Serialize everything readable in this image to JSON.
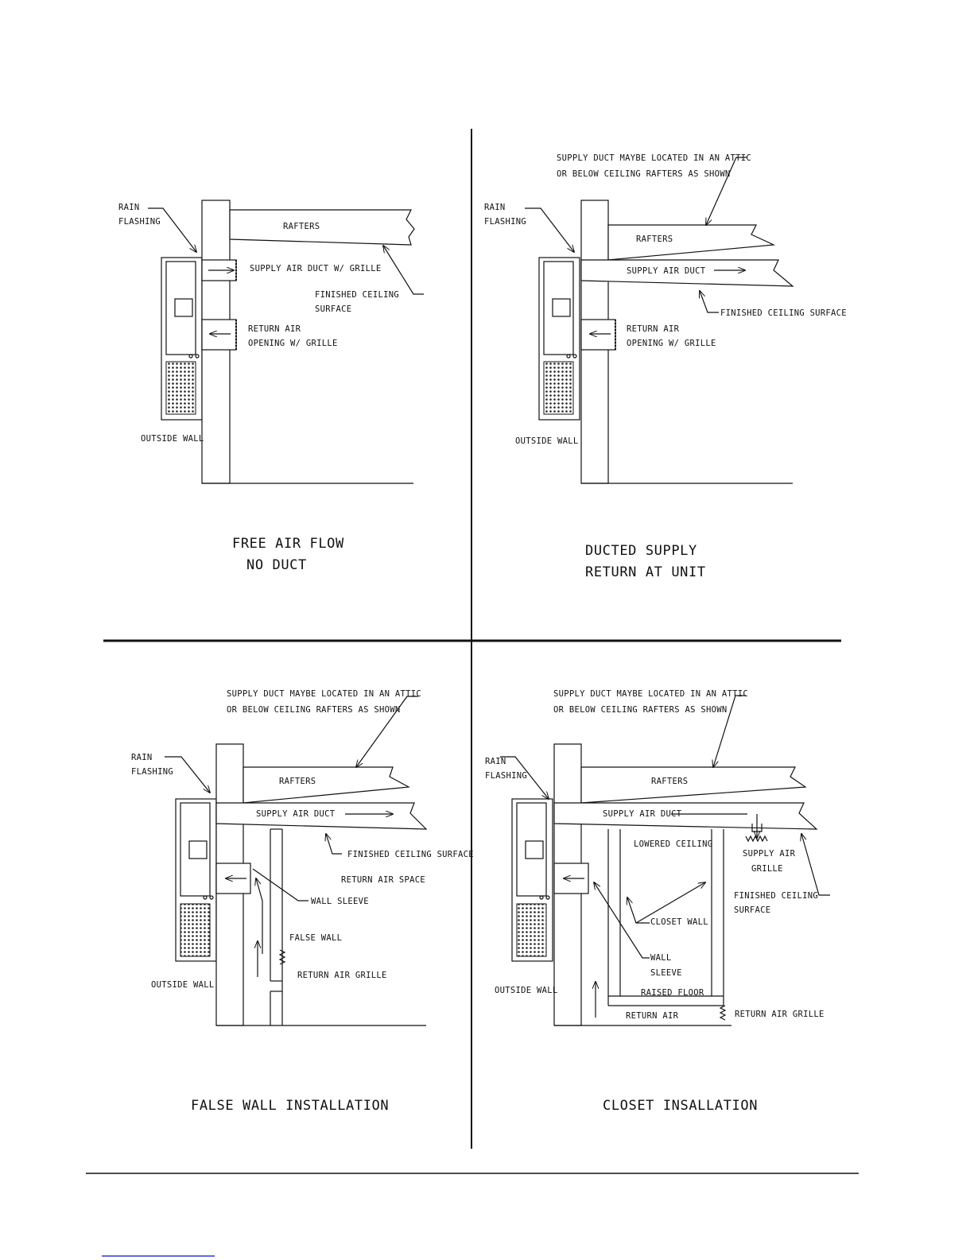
{
  "panels": {
    "free_air": {
      "title": [
        "FREE AIR FLOW",
        "NO DUCT"
      ],
      "rain_flashing": [
        "RAIN",
        "FLASHING"
      ],
      "rafters": "RAFTERS",
      "supply": "SUPPLY AIR DUCT W/ GRILLE",
      "finished_ceiling": [
        "FINISHED CEILING",
        "SURFACE"
      ],
      "return_opening": [
        "RETURN AIR",
        "OPENING W/ GRILLE"
      ],
      "outside_wall": "OUTSIDE WALL"
    },
    "ducted": {
      "title": [
        "DUCTED SUPPLY",
        "RETURN AT UNIT"
      ],
      "note": [
        "SUPPLY DUCT MAYBE LOCATED IN AN ATTIC",
        "OR BELOW CEILING RAFTERS AS SHOWN"
      ],
      "rain_flashing": [
        "RAIN",
        "FLASHING"
      ],
      "rafters": "RAFTERS",
      "supply": "SUPPLY AIR DUCT",
      "finished_ceiling": "FINISHED CEILING SURFACE",
      "return_opening": [
        "RETURN AIR",
        "OPENING W/ GRILLE"
      ],
      "outside_wall": "OUTSIDE WALL"
    },
    "false_wall": {
      "title": "FALSE WALL INSTALLATION",
      "note": [
        "SUPPLY DUCT MAYBE LOCATED IN AN ATTIC",
        "OR BELOW CEILING RAFTERS AS SHOWN"
      ],
      "rain_flashing": [
        "RAIN",
        "FLASHING"
      ],
      "rafters": "RAFTERS",
      "supply": "SUPPLY AIR DUCT",
      "finished_ceiling": "FINISHED CEILING SURFACE",
      "return_space": "RETURN AIR SPACE",
      "wall_sleeve": "WALL SLEEVE",
      "false_wall": "FALSE WALL",
      "return_grille": "RETURN AIR GRILLE",
      "outside_wall": "OUTSIDE WALL"
    },
    "closet": {
      "title": "CLOSET INSALLATION",
      "note": [
        "SUPPLY DUCT MAYBE LOCATED IN AN ATTIC",
        "OR BELOW CEILING RAFTERS AS SHOWN"
      ],
      "rain_flashing": [
        "RAIN",
        "FLASHING"
      ],
      "rafters": "RAFTERS",
      "supply": "SUPPLY AIR DUCT",
      "lowered_ceiling": "LOWERED CEILING",
      "supply_grille": [
        "SUPPLY AIR",
        "GRILLE"
      ],
      "finished_ceiling": [
        "FINISHED CEILING",
        "SURFACE"
      ],
      "closet_wall": "CLOSET WALL",
      "wall_sleeve": [
        "WALL",
        "SLEEVE"
      ],
      "raised_floor": "RAISED FLOOR",
      "return_air": "RETURN AIR",
      "return_grille": "RETURN AIR GRILLE",
      "outside_wall": "OUTSIDE WALL"
    }
  }
}
